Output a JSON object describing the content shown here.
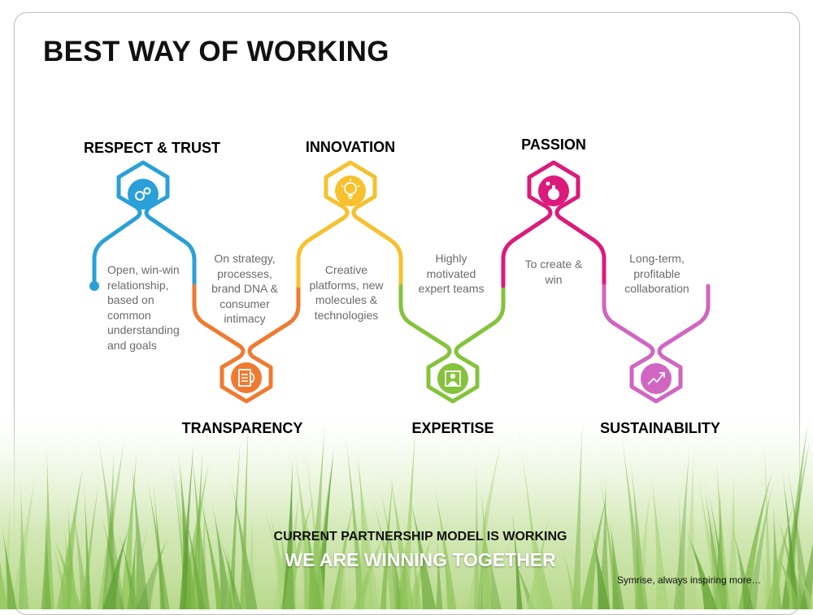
{
  "slide": {
    "title": "BEST WAY OF WORKING",
    "values": [
      {
        "label": "RESPECT & TRUST",
        "description": "Open, win-win relationship, based on common understanding and goals",
        "color": "#2aa0d8",
        "icon": "gears-icon"
      },
      {
        "label": "TRANSPARENCY",
        "description": "On strategy, processes, brand DNA & consumer intimacy",
        "color": "#ef7a30",
        "icon": "document-icon"
      },
      {
        "label": "INNOVATION",
        "description": "Creative platforms, new molecules & technologies",
        "color": "#f6c12d",
        "icon": "lightbulb-icon"
      },
      {
        "label": "EXPERTISE",
        "description": "Highly motivated expert teams",
        "color": "#84c33b",
        "icon": "expert-person-icon"
      },
      {
        "label": "PASSION",
        "description": "To create & win",
        "color": "#dc1a7b",
        "icon": "perfume-bottle-icon"
      },
      {
        "label": "SUSTAINABILITY",
        "description": "Long-term, profitable collaboration",
        "color": "#d165c2",
        "icon": "trend-chart-icon"
      }
    ],
    "bottom_line_1": "CURRENT PARTNERSHIP MODEL IS WORKING",
    "bottom_line_2": "WE ARE WINNING TOGETHER",
    "footer": "Symrise, always inspiring more…"
  }
}
